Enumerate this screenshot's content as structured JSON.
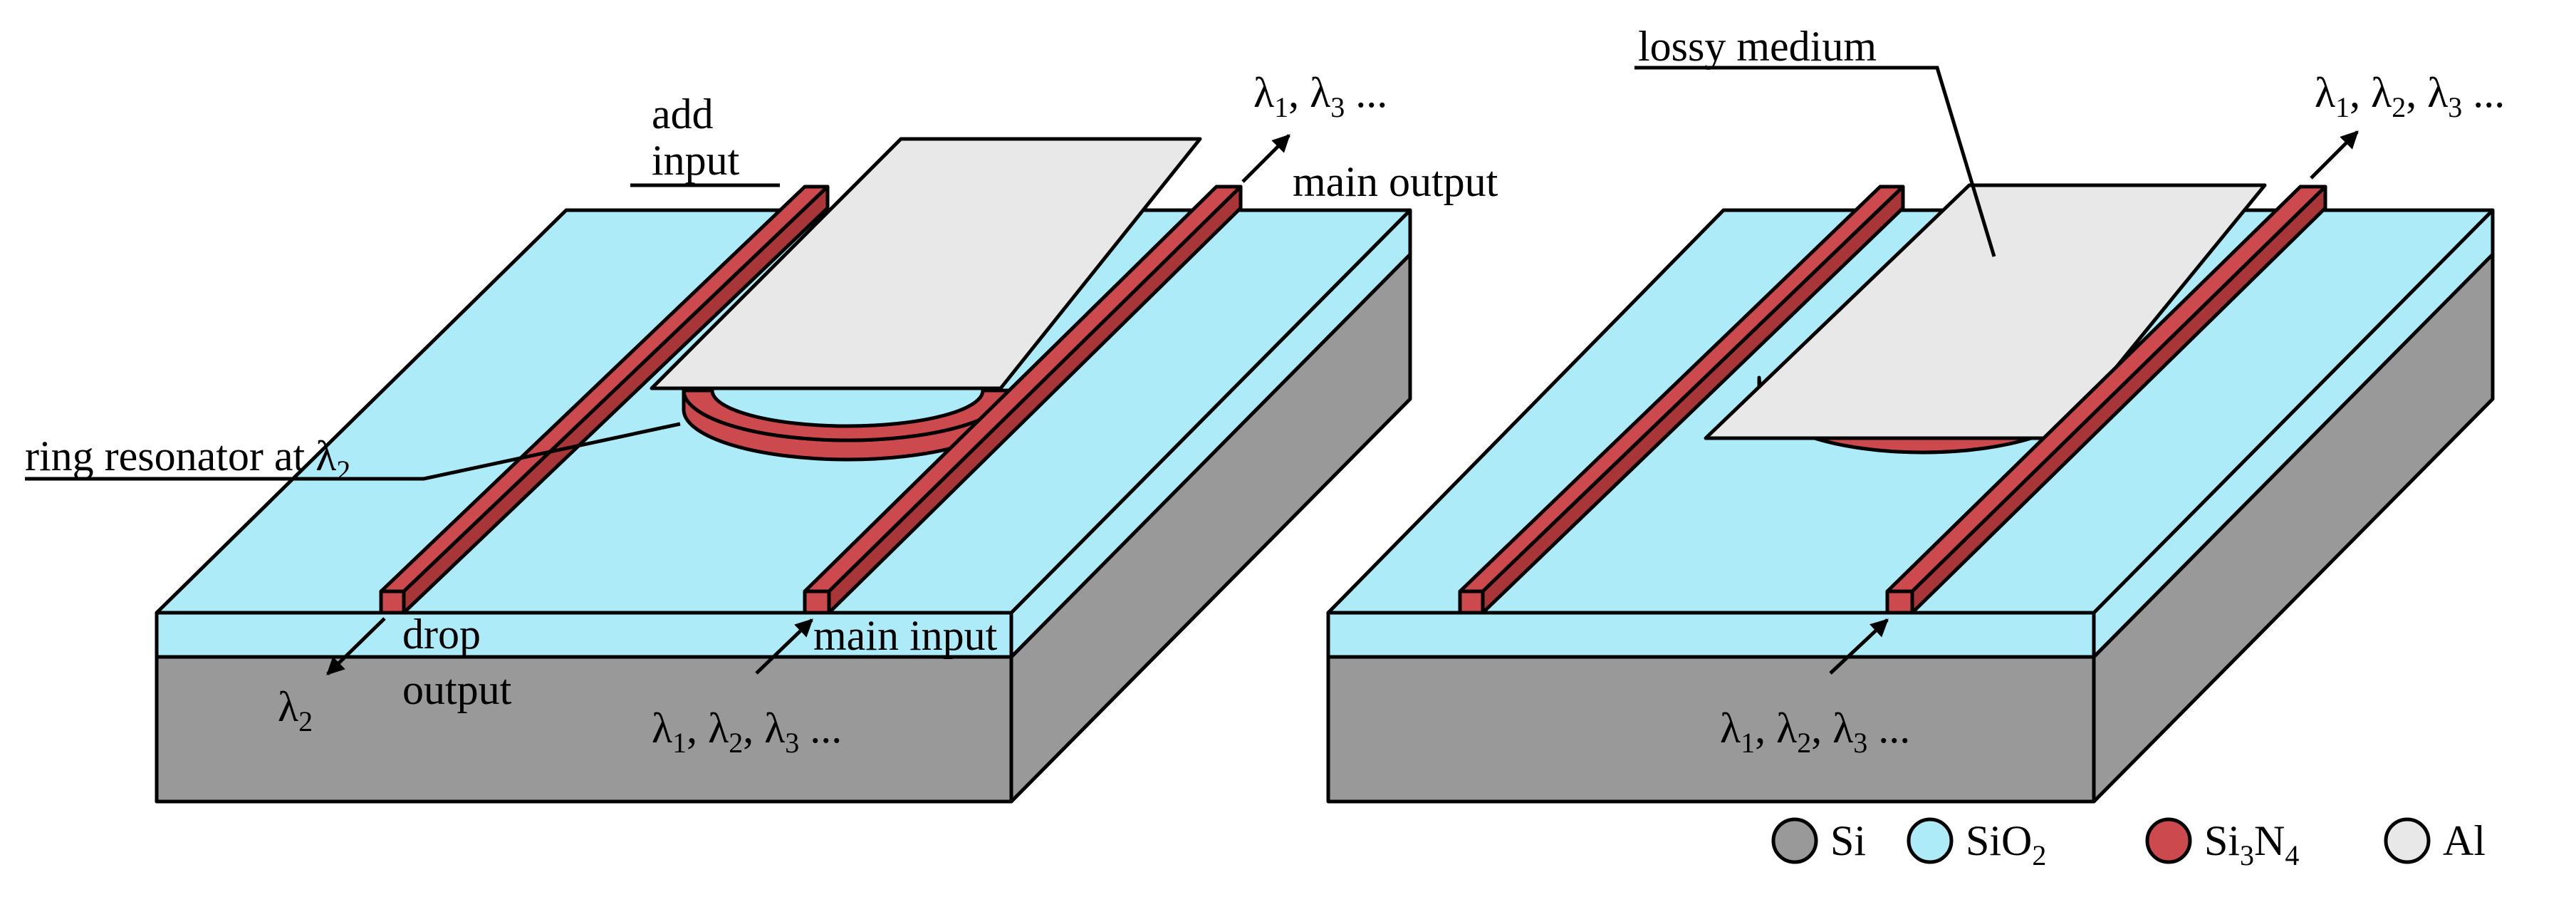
{
  "colors": {
    "si": "#999999",
    "sio2": "#aeebf8",
    "si3n4": "#cc4a4d",
    "al": "#e8e8e8",
    "outline": "#000000"
  },
  "left_panel": {
    "add_input_line1": "add",
    "add_input_line2": "input",
    "main_output": "main output",
    "output_wavelengths": {
      "lam1": "λ",
      "s1": "1",
      "sep1": ", ",
      "lam2": "λ",
      "s2": "3",
      "tail": " ..."
    },
    "ring_label": {
      "text": "ring resonator at λ",
      "sub": "2"
    },
    "drop_line1": "drop",
    "drop_line2": "output",
    "drop_wavelength": {
      "lam": "λ",
      "sub": "2"
    },
    "main_input": "main input",
    "input_wavelengths": {
      "lam1": "λ",
      "s1": "1",
      "sep1": ", ",
      "lam2": "λ",
      "s2": "2",
      "sep2": ", ",
      "lam3": "λ",
      "s3": "3",
      "tail": " ..."
    }
  },
  "right_panel": {
    "lossy_medium": "lossy medium",
    "output_wavelengths": {
      "lam1": "λ",
      "s1": "1",
      "sep1": ", ",
      "lam2": "λ",
      "s2": "2",
      "sep2": ", ",
      "lam3": "λ",
      "s3": "3",
      "tail": " ..."
    },
    "input_wavelengths": {
      "lam1": "λ",
      "s1": "1",
      "sep1": ", ",
      "lam2": "λ",
      "s2": "2",
      "sep2": ", ",
      "lam3": "λ",
      "s3": "3",
      "tail": " ..."
    }
  },
  "legend": [
    {
      "label": "Si",
      "sub": "",
      "label2": "",
      "sub2": "",
      "color_key": "si"
    },
    {
      "label": "SiO",
      "sub": "2",
      "label2": "",
      "sub2": "",
      "color_key": "sio2"
    },
    {
      "label": "Si",
      "sub": "3",
      "label2": "N",
      "sub2": "4",
      "color_key": "si3n4"
    },
    {
      "label": "Al",
      "sub": "",
      "label2": "",
      "sub2": "",
      "color_key": "al"
    }
  ]
}
